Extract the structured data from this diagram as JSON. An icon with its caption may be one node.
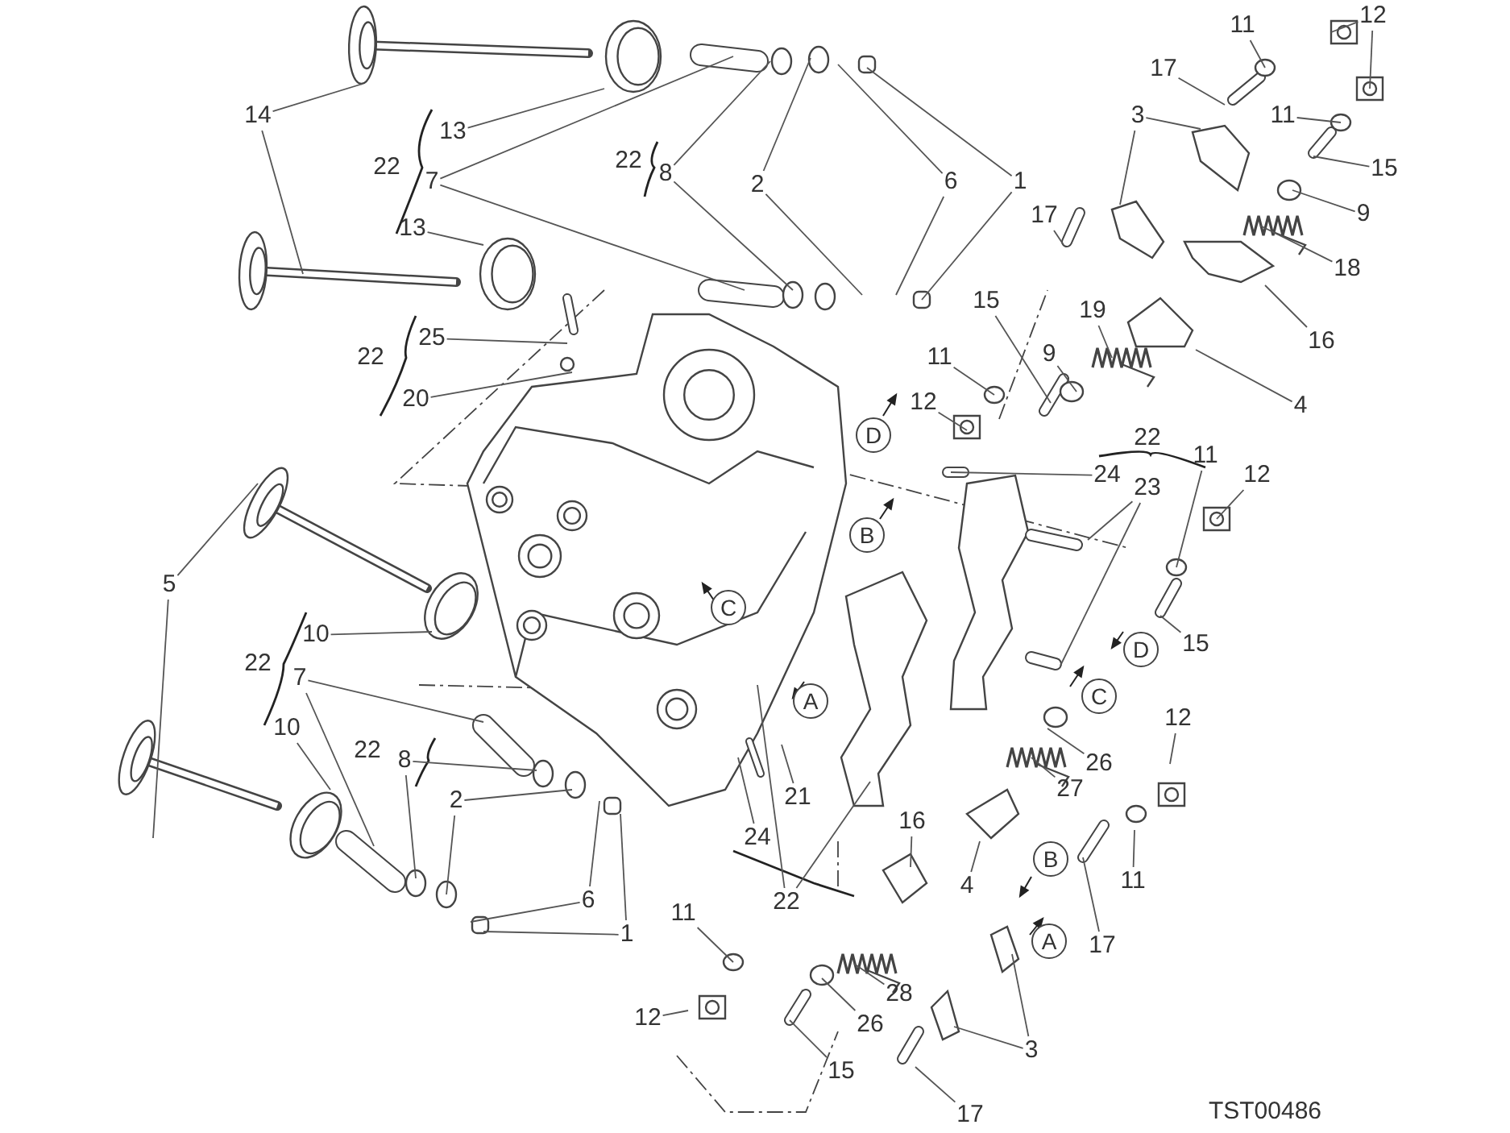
{
  "diagram": {
    "nodes": [
      {
        "text": [
          "14"
        ]
      },
      {
        "text": [
          "13"
        ]
      },
      {
        "text": [
          "7"
        ]
      },
      {
        "text": [
          "13"
        ]
      },
      {
        "text": [
          "8"
        ]
      },
      {
        "text": [
          "2"
        ]
      },
      {
        "text": [
          "6"
        ]
      },
      {
        "text": [
          "1"
        ]
      },
      {
        "text": [
          "25"
        ]
      },
      {
        "text": [
          "20"
        ]
      },
      {
        "text": [
          "11"
        ]
      },
      {
        "text": [
          "12"
        ]
      },
      {
        "text": [
          "17"
        ]
      },
      {
        "text": [
          "3"
        ]
      },
      {
        "text": [
          "11"
        ]
      },
      {
        "text": [
          "15"
        ]
      },
      {
        "text": [
          "9"
        ]
      },
      {
        "text": [
          "18"
        ]
      },
      {
        "text": [
          "17"
        ]
      },
      {
        "text": [
          "16"
        ]
      },
      {
        "text": [
          "15"
        ]
      },
      {
        "text": [
          "19"
        ]
      },
      {
        "text": [
          "11"
        ]
      },
      {
        "text": [
          "9"
        ]
      },
      {
        "text": [
          "4"
        ]
      },
      {
        "text": [
          "12"
        ]
      },
      {
        "text": [
          "24"
        ]
      },
      {
        "text": [
          "23"
        ]
      },
      {
        "text": [
          "11"
        ]
      },
      {
        "text": [
          "12"
        ]
      },
      {
        "text": [
          "15"
        ]
      },
      {
        "text": [
          "12"
        ]
      },
      {
        "text": [
          "26"
        ]
      },
      {
        "text": [
          "27"
        ]
      },
      {
        "text": [
          "4"
        ]
      },
      {
        "text": [
          "11"
        ]
      },
      {
        "text": [
          "17"
        ]
      },
      {
        "text": [
          "21"
        ]
      },
      {
        "text": [
          "22"
        ]
      },
      {
        "text": [
          "24"
        ]
      },
      {
        "text": [
          "16"
        ]
      },
      {
        "text": [
          "28"
        ]
      },
      {
        "text": [
          "26"
        ]
      },
      {
        "text": [
          "3"
        ]
      },
      {
        "text": [
          "15"
        ]
      },
      {
        "text": [
          "17"
        ]
      },
      {
        "text": [
          "11"
        ]
      },
      {
        "text": [
          "12"
        ]
      },
      {
        "text": [
          "5"
        ]
      },
      {
        "text": [
          "10"
        ]
      },
      {
        "text": [
          "7"
        ]
      },
      {
        "text": [
          "10"
        ]
      },
      {
        "text": [
          "8"
        ]
      },
      {
        "text": [
          "2"
        ]
      },
      {
        "text": [
          "6"
        ]
      },
      {
        "text": [
          "1"
        ]
      }
    ],
    "edges": [
      {
        "from": 0,
        "to": null,
        "arrow": "none"
      },
      {
        "from": 0,
        "to": null,
        "arrow": "none"
      },
      {
        "from": 1,
        "to": null,
        "arrow": "none"
      },
      {
        "from": 2,
        "to": null,
        "arrow": "none"
      },
      {
        "from": 2,
        "to": null,
        "arrow": "none"
      },
      {
        "from": 3,
        "to": null,
        "arrow": "none"
      },
      {
        "from": 4,
        "to": null,
        "arrow": "none"
      },
      {
        "from": 4,
        "to": null,
        "arrow": "none"
      },
      {
        "from": 5,
        "to": null,
        "arrow": "none"
      },
      {
        "from": 5,
        "to": null,
        "arrow": "none"
      },
      {
        "from": 6,
        "to": null,
        "arrow": "none"
      },
      {
        "from": 6,
        "to": null,
        "arrow": "none"
      },
      {
        "from": 7,
        "to": null,
        "arrow": "none"
      },
      {
        "from": 7,
        "to": null,
        "arrow": "none"
      },
      {
        "from": 8,
        "to": null,
        "arrow": "none"
      },
      {
        "from": 9,
        "to": null,
        "arrow": "none"
      },
      {
        "from": 10,
        "to": null,
        "arrow": "none"
      },
      {
        "from": 11,
        "to": null,
        "arrow": "none"
      },
      {
        "from": 11,
        "to": null,
        "arrow": "none"
      },
      {
        "from": 12,
        "to": null,
        "arrow": "none"
      },
      {
        "from": 13,
        "to": null,
        "arrow": "none"
      },
      {
        "from": 13,
        "to": null,
        "arrow": "none"
      },
      {
        "from": 14,
        "to": null,
        "arrow": "none"
      },
      {
        "from": 15,
        "to": null,
        "arrow": "none"
      },
      {
        "from": 16,
        "to": null,
        "arrow": "none"
      },
      {
        "from": 17,
        "to": null,
        "arrow": "none"
      },
      {
        "from": 18,
        "to": null,
        "arrow": "none"
      },
      {
        "from": 19,
        "to": null,
        "arrow": "none"
      },
      {
        "from": 20,
        "to": null,
        "arrow": "none"
      },
      {
        "from": 21,
        "to": null,
        "arrow": "none"
      },
      {
        "from": 22,
        "to": null,
        "arrow": "none"
      },
      {
        "from": 23,
        "to": null,
        "arrow": "none"
      },
      {
        "from": 24,
        "to": null,
        "arrow": "none"
      },
      {
        "from": 25,
        "to": null,
        "arrow": "none"
      },
      {
        "from": 26,
        "to": null,
        "arrow": "none"
      },
      {
        "from": 27,
        "to": null,
        "arrow": "none"
      },
      {
        "from": 27,
        "to": null,
        "arrow": "none"
      },
      {
        "from": 28,
        "to": null,
        "arrow": "none"
      },
      {
        "from": 29,
        "to": null,
        "arrow": "none"
      },
      {
        "from": 30,
        "to": null,
        "arrow": "none"
      },
      {
        "from": 31,
        "to": null,
        "arrow": "none"
      },
      {
        "from": 32,
        "to": null,
        "arrow": "none"
      },
      {
        "from": 33,
        "to": null,
        "arrow": "none"
      },
      {
        "from": 34,
        "to": null,
        "arrow": "none"
      },
      {
        "from": 35,
        "to": null,
        "arrow": "none"
      },
      {
        "from": 36,
        "to": null,
        "arrow": "none"
      },
      {
        "from": 37,
        "to": null,
        "arrow": "none"
      },
      {
        "from": 38,
        "to": null,
        "arrow": "none"
      },
      {
        "from": 38,
        "to": null,
        "arrow": "none"
      },
      {
        "from": 39,
        "to": null,
        "arrow": "none"
      },
      {
        "from": 40,
        "to": null,
        "arrow": "none"
      },
      {
        "from": 41,
        "to": null,
        "arrow": "none"
      },
      {
        "from": 42,
        "to": null,
        "arrow": "none"
      },
      {
        "from": 43,
        "to": null,
        "arrow": "none"
      },
      {
        "from": 43,
        "to": null,
        "arrow": "none"
      },
      {
        "from": 44,
        "to": null,
        "arrow": "none"
      },
      {
        "from": 45,
        "to": null,
        "arrow": "none"
      },
      {
        "from": 46,
        "to": null,
        "arrow": "none"
      },
      {
        "from": 47,
        "to": null,
        "arrow": "none"
      },
      {
        "from": 48,
        "to": null,
        "arrow": "none"
      },
      {
        "from": 48,
        "to": null,
        "arrow": "none"
      },
      {
        "from": 49,
        "to": null,
        "arrow": "none"
      },
      {
        "from": 50,
        "to": null,
        "arrow": "none"
      },
      {
        "from": 50,
        "to": null,
        "arrow": "none"
      },
      {
        "from": 51,
        "to": null,
        "arrow": "none"
      },
      {
        "from": 52,
        "to": null,
        "arrow": "none"
      },
      {
        "from": 52,
        "to": null,
        "arrow": "none"
      },
      {
        "from": 53,
        "to": null,
        "arrow": "none"
      },
      {
        "from": 53,
        "to": null,
        "arrow": "none"
      },
      {
        "from": 54,
        "to": null,
        "arrow": "none"
      },
      {
        "from": 54,
        "to": null,
        "arrow": "none"
      },
      {
        "from": 55,
        "to": null,
        "arrow": "none"
      },
      {
        "from": 55,
        "to": null,
        "arrow": "none"
      }
    ],
    "labels": [
      "22",
      "22",
      "22",
      "22",
      "D",
      "B",
      "C",
      "D",
      "A",
      "C",
      "22",
      "22",
      "B",
      "A",
      "TST00486"
    ]
  }
}
